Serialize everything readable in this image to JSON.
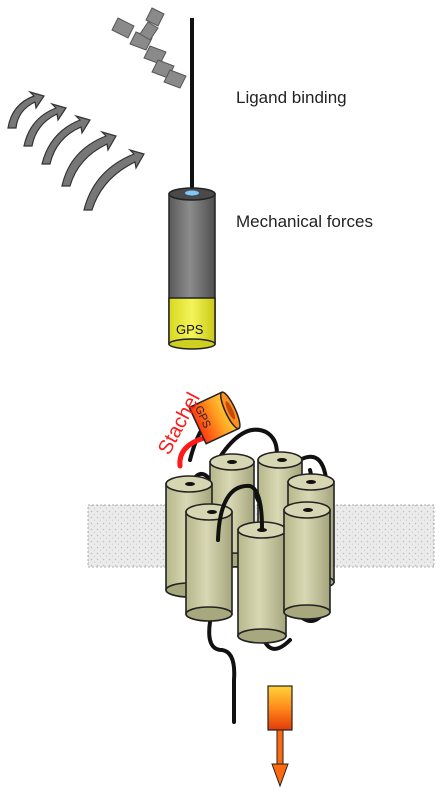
{
  "labels": {
    "ligand_binding": "Ligand binding",
    "mechanical_forces": "Mechanical forces",
    "gps_top": "GPS",
    "gps_small": "GPS",
    "stachel": "Stachel"
  },
  "colors": {
    "stalk": "#111111",
    "ligand": "#8a8a8a",
    "cylinder_gray": "#7a7a7a",
    "gps_yellow": "#eaea3a",
    "helix_fill": "#cfcfa8",
    "stachel_red": "#ff1a1a",
    "arrow_orange": "#f07a10",
    "membrane": "#e6e6e6"
  },
  "icons": {
    "force": "force-arrow-icon",
    "signal": "signal-arrow-icon"
  }
}
